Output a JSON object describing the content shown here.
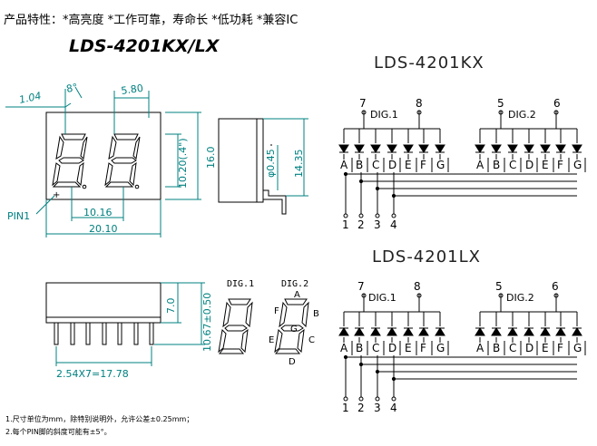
{
  "header": {
    "features": "产品特性：*高亮度 *工作可靠，寿命长 *低功耗 *兼容IC",
    "model_title": "LDS-4201KX/LX"
  },
  "dimensions": {
    "top_left": "1.04",
    "top_angle": "8°",
    "top_right": "5.80",
    "height_digit": "10.20(.4\")",
    "height_body": "16.0",
    "width_digit": "10.16",
    "width_body": "20.10",
    "pin1": "PIN1",
    "pin_dia": "φ0.45",
    "side_height": "14.35",
    "side_small": "7.0",
    "side_total": "10.67±0.50",
    "pitch": "2.54X7=17.78"
  },
  "segment_diagram": {
    "dig1": "DIG.1",
    "dig2": "DIG.2",
    "a": "A",
    "b": "B",
    "c": "C",
    "d": "D",
    "e": "E",
    "f": "F",
    "g": "G"
  },
  "circuit_kx": {
    "title": "LDS-4201KX",
    "dig1": "DIG.1",
    "dig2": "DIG.2",
    "pin7": "7",
    "pin8": "8",
    "pin5": "5",
    "pin6": "6",
    "seg_labels": [
      "A",
      "B",
      "C",
      "D",
      "E",
      "F",
      "G"
    ],
    "bottom_pins": [
      "1",
      "2",
      "3",
      "4"
    ]
  },
  "circuit_lx": {
    "title": "LDS-4201LX",
    "dig1": "DIG.1",
    "dig2": "DIG.2",
    "pin7": "7",
    "pin8": "8",
    "pin5": "5",
    "pin6": "6",
    "seg_labels": [
      "A",
      "B",
      "C",
      "D",
      "E",
      "F",
      "G"
    ],
    "bottom_pins": [
      "1",
      "2",
      "3",
      "4"
    ]
  },
  "notes": {
    "note1": "1.尺寸单位为mm，除特别说明外，允许公差±0.25mm；",
    "note2": "2.每个PIN脚的斜度可能有±5°。"
  },
  "colors": {
    "line": "#000000",
    "dimension": "#008080",
    "title_kx": "#222222"
  }
}
